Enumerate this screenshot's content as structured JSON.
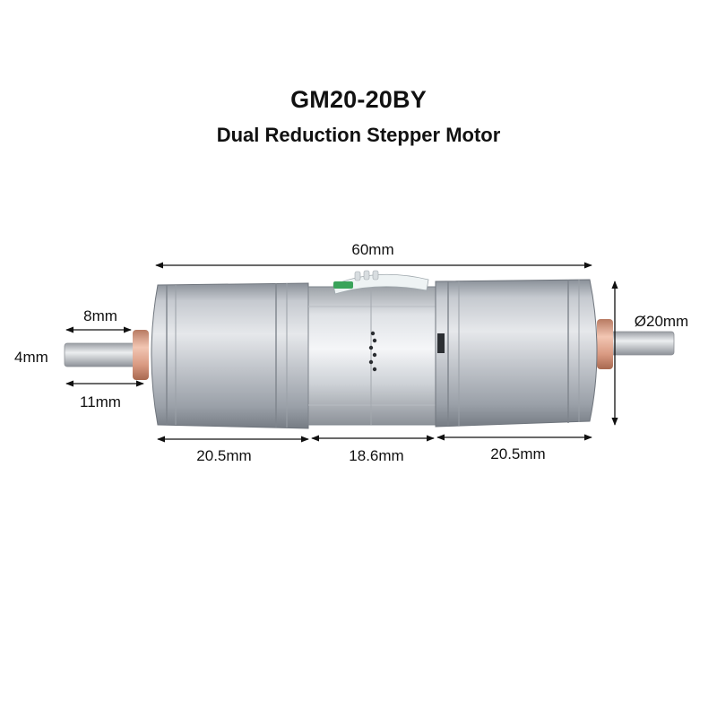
{
  "header": {
    "model": "GM20-20BY",
    "description": "Dual Reduction Stepper Motor"
  },
  "dimensions": {
    "total_length": "60mm",
    "shaft_length": "8mm",
    "shaft_diameter": "4mm",
    "shaft_to_body": "11mm",
    "body_diameter": "Ø20mm",
    "left_gearbox": "20.5mm",
    "motor_section": "18.6mm",
    "right_gearbox": "20.5mm"
  },
  "colors": {
    "aluminum_light": "#e4e6ea",
    "aluminum_mid": "#b7bcc3",
    "aluminum_dark": "#7d838b",
    "copper_bushing": "#e3a890",
    "shaft": "#c9ccd1",
    "arrow": "#111111"
  }
}
